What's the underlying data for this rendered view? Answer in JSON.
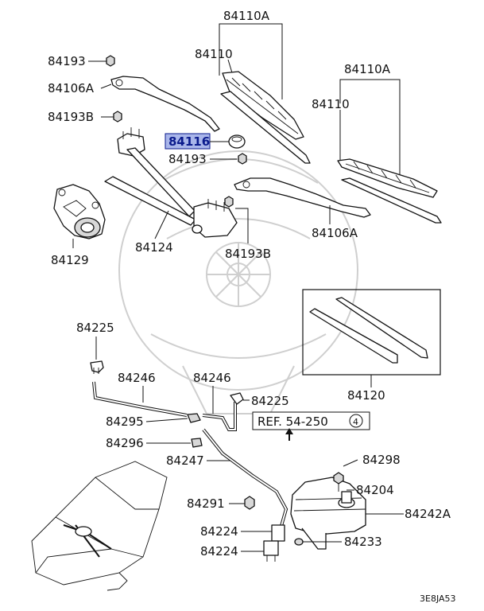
{
  "parts": {
    "p84110A_1": "84110A",
    "p84110_1": "84110",
    "p84193_top": "84193",
    "p84106A_1": "84106A",
    "p84193B_1": "84193B",
    "p84116": "84116",
    "p84193_mid": "84193",
    "p84110A_2": "84110A",
    "p84110_2": "84110",
    "p84106A_2": "84106A",
    "p84129": "84129",
    "p84124": "84124",
    "p84193B_2": "84193B",
    "p84225_1": "84225",
    "p84246_1": "84246",
    "p84246_2": "84246",
    "p84225_2": "84225",
    "p84295": "84295",
    "p84296": "84296",
    "p84247": "84247",
    "p84120": "84120",
    "p84298": "84298",
    "p84204": "84204",
    "p84242A": "84242A",
    "p84291": "84291",
    "p84224_1": "84224",
    "p84224_2": "84224",
    "p84233": "84233"
  },
  "ref": {
    "text": "REF. 54-250",
    "num": "4"
  },
  "code": "3E8JA53",
  "colors": {
    "highlight_fill": "#a9b6ea",
    "highlight_text": "#0a1a8c"
  }
}
